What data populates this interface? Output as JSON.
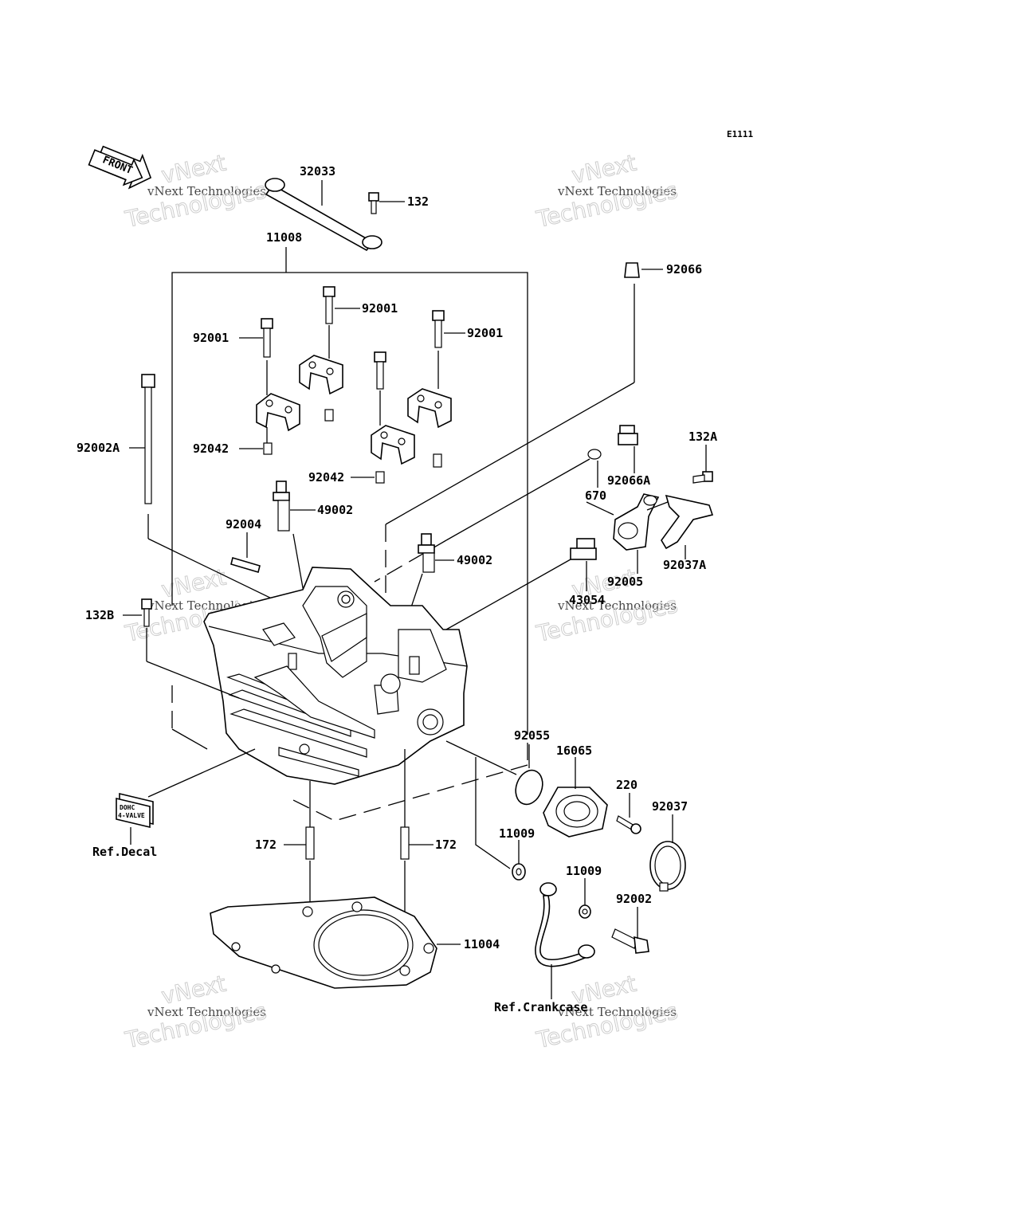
{
  "diagram_code": "E1111",
  "front_label": "FRONT",
  "watermark": {
    "line1": "vNext Technologies",
    "line2": "vNext",
    "line3": "Technologies"
  },
  "decal_text": {
    "line1": "DOHC",
    "line2": "4-VALVE"
  },
  "parts": [
    {
      "id": "p32033",
      "label": "32033"
    },
    {
      "id": "p132",
      "label": "132"
    },
    {
      "id": "p11008",
      "label": "11008"
    },
    {
      "id": "p92066",
      "label": "92066"
    },
    {
      "id": "p92001a",
      "label": "92001"
    },
    {
      "id": "p92001b",
      "label": "92001"
    },
    {
      "id": "p92001c",
      "label": "92001"
    },
    {
      "id": "p92002A",
      "label": "92002A"
    },
    {
      "id": "p92042a",
      "label": "92042"
    },
    {
      "id": "p92042b",
      "label": "92042"
    },
    {
      "id": "p132A",
      "label": "132A"
    },
    {
      "id": "p92066A",
      "label": "92066A"
    },
    {
      "id": "p670",
      "label": "670"
    },
    {
      "id": "p49002a",
      "label": "49002"
    },
    {
      "id": "p92004",
      "label": "92004"
    },
    {
      "id": "p49002b",
      "label": "49002"
    },
    {
      "id": "p92037A",
      "label": "92037A"
    },
    {
      "id": "p92005",
      "label": "92005"
    },
    {
      "id": "p43054",
      "label": "43054"
    },
    {
      "id": "p132B",
      "label": "132B"
    },
    {
      "id": "p92055",
      "label": "92055"
    },
    {
      "id": "p16065",
      "label": "16065"
    },
    {
      "id": "p220",
      "label": "220"
    },
    {
      "id": "p92037",
      "label": "92037"
    },
    {
      "id": "p11009a",
      "label": "11009"
    },
    {
      "id": "p11009b",
      "label": "11009"
    },
    {
      "id": "p172a",
      "label": "172"
    },
    {
      "id": "p172b",
      "label": "172"
    },
    {
      "id": "p92002",
      "label": "92002"
    },
    {
      "id": "p11004",
      "label": "11004"
    },
    {
      "id": "refDecal",
      "label": "Ref.Decal"
    },
    {
      "id": "refCrankcase",
      "label": "Ref.Crankcase"
    }
  ]
}
